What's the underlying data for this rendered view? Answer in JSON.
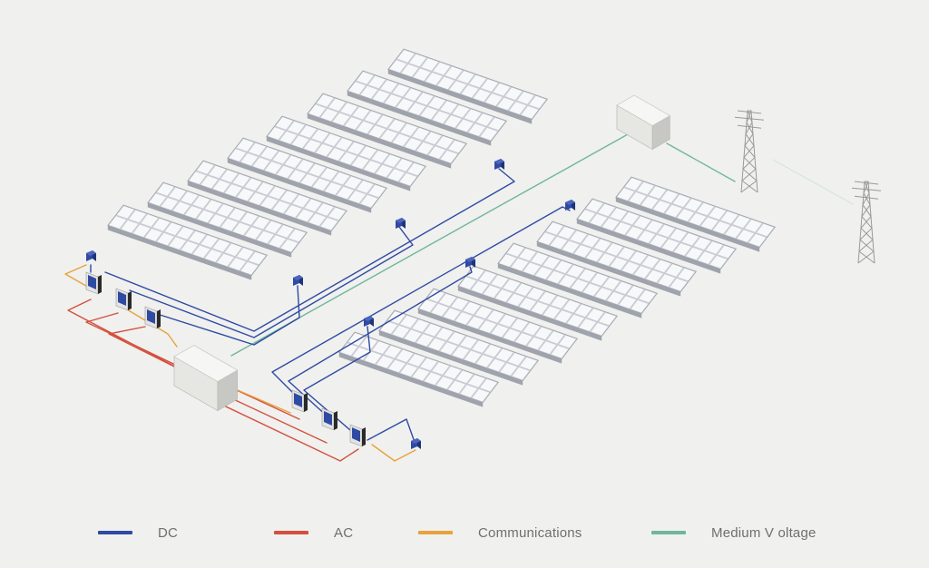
{
  "legend": [
    {
      "id": "dc",
      "label": "DC",
      "color": "#2f4aa3"
    },
    {
      "id": "ac",
      "label": "AC",
      "color": "#d4503f"
    },
    {
      "id": "comms",
      "label": "Communications",
      "color": "#e8a23c"
    },
    {
      "id": "mv",
      "label": "Medium V oltage",
      "color": "#6fb79a"
    }
  ],
  "colors": {
    "background": "#f0f0ee",
    "panel_frame": "#c9ccd2",
    "panel_cell": "#f7f8fa",
    "panel_edge": "#9ea3ac",
    "housing": "#e6e6e3",
    "housing_dark": "#c7c7c3",
    "inverter": "#2f4aa3",
    "tower": "#9a9a9a"
  },
  "icons": {
    "combiner": "blue-box-icon",
    "inverter": "string-inverter-icon",
    "transformer": "transformer-station-icon",
    "substation": "substation-box-icon",
    "tower": "transmission-tower-icon"
  }
}
